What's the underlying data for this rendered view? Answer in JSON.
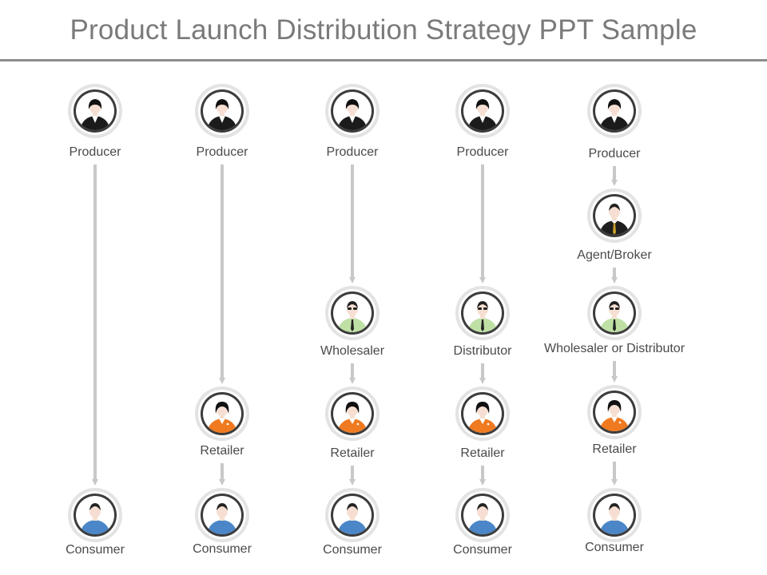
{
  "title": "Product Launch Distribution Strategy PPT Sample",
  "colors": {
    "arrow": "#c8c8c8",
    "ring_outer": "#e3e3e3",
    "ring_dark": "#3c3c3c",
    "producer_suit": "#1b1b1b",
    "agent_suit": "#1e1e1e",
    "wholesaler_shirt": "#bfe0a5",
    "retailer_shirt": "#f07a20",
    "consumer_shirt": "#4a86c8",
    "skin": "#f6dfd2"
  },
  "channels": [
    {
      "nodes": [
        {
          "role": "producer",
          "label": "Producer"
        },
        {
          "role": "consumer",
          "label": "Consumer"
        }
      ]
    },
    {
      "nodes": [
        {
          "role": "producer",
          "label": "Producer"
        },
        {
          "role": "retailer",
          "label": "Retailer"
        },
        {
          "role": "consumer",
          "label": "Consumer"
        }
      ]
    },
    {
      "nodes": [
        {
          "role": "producer",
          "label": "Producer"
        },
        {
          "role": "wholesaler",
          "label": "Wholesaler"
        },
        {
          "role": "retailer",
          "label": "Retailer"
        },
        {
          "role": "consumer",
          "label": "Consumer"
        }
      ]
    },
    {
      "nodes": [
        {
          "role": "producer",
          "label": "Producer"
        },
        {
          "role": "wholesaler",
          "label": "Distributor"
        },
        {
          "role": "retailer",
          "label": "Retailer"
        },
        {
          "role": "consumer",
          "label": "Consumer"
        }
      ]
    },
    {
      "nodes": [
        {
          "role": "producer",
          "label": "Producer"
        },
        {
          "role": "agent",
          "label": "Agent/Broker"
        },
        {
          "role": "wholesaler",
          "label": "Wholesaler or Distributor"
        },
        {
          "role": "retailer",
          "label": "Retailer"
        },
        {
          "role": "consumer",
          "label": "Consumer"
        }
      ]
    }
  ]
}
